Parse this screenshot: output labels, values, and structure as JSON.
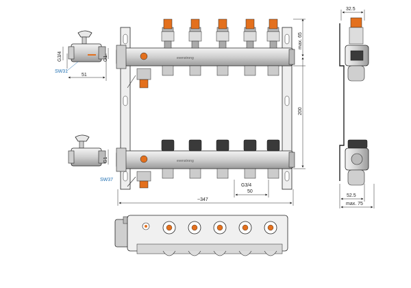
{
  "brand": "evenstrong",
  "dimensions": {
    "top_width": "32.5",
    "max_65": "max. 65",
    "height_200": "200",
    "length_347": "~347",
    "spacing_50": "50",
    "thread_g34_bottom": "G3/4",
    "valve_thread_g34": "G3/4",
    "valve_thread_g1_top": "G1",
    "valve_thread_g1_bottom": "G1",
    "valve_width_51": "51",
    "side_depth_52_5": "52.5",
    "side_max_75": "max. 75"
  },
  "wrench_sizes": {
    "top": "SW31",
    "bottom": "SW37"
  },
  "colors": {
    "line": "#1a1a1a",
    "metal": "#d9d9d9",
    "metal_dark": "#8a8a8a",
    "orange": "#e3701d",
    "dim_blue": "#1f6fb2"
  }
}
